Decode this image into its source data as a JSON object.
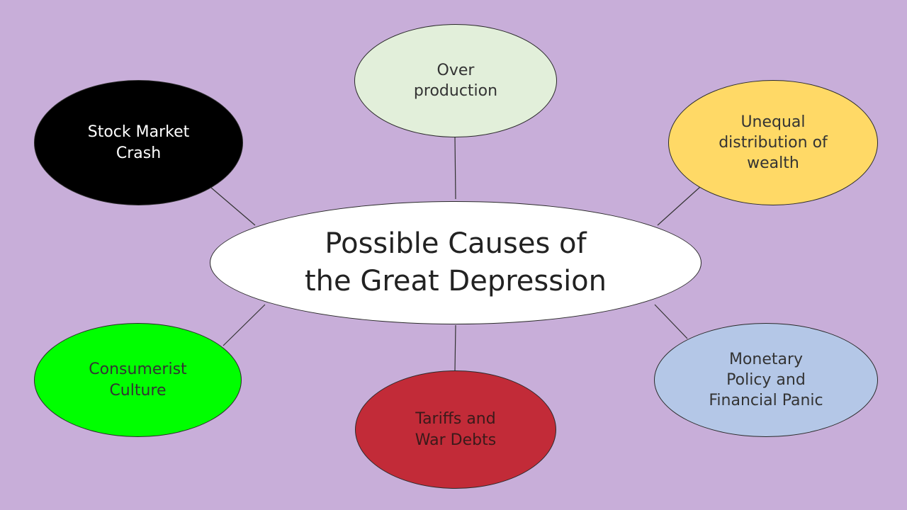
{
  "center": {
    "text": "Possible Causes of\nthe Great Depression",
    "color": "#ffffff",
    "text_color": "#222222"
  },
  "nodes": {
    "stock_market": {
      "text": "Stock Market\nCrash",
      "color": "#000000",
      "text_color": "#ffffff"
    },
    "over_production": {
      "text": "Over\nproduction",
      "color": "#e2efda",
      "text_color": "#333333"
    },
    "unequal_distribution": {
      "text": "Unequal\ndistribution of\nwealth",
      "color": "#ffd966",
      "text_color": "#333333"
    },
    "consumerist": {
      "text": "Consumerist\nCulture",
      "color": "#00ff00",
      "text_color": "#333333"
    },
    "tariffs": {
      "text": "Tariffs and\nWar Debts",
      "color": "#c22b38",
      "text_color": "#3a1a1a"
    },
    "monetary": {
      "text": "Monetary\nPolicy and\nFinancial Panic",
      "color": "#b4c7e7",
      "text_color": "#333333"
    }
  },
  "background_color": "#c8aed9",
  "connector_color": "#333333"
}
